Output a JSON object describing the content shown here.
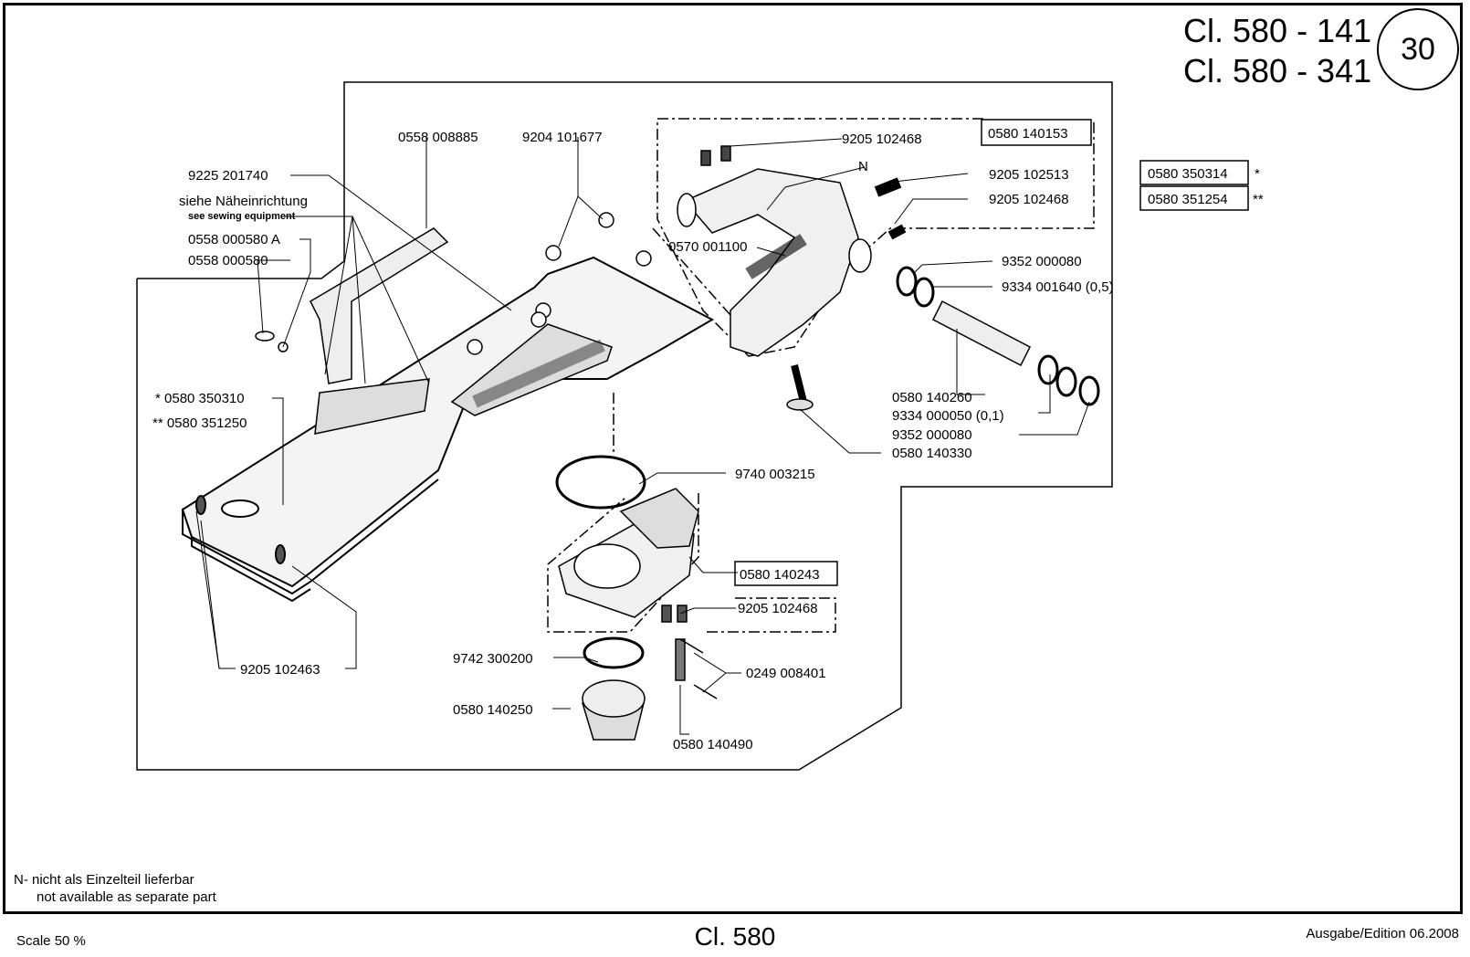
{
  "header": {
    "class_line_1": "Cl. 580 - 141",
    "class_line_2": "Cl. 580 - 341",
    "page_number": "30"
  },
  "labels": {
    "l01": "0558 008885",
    "l02": "9204 101677",
    "l03": "9205 102468",
    "l04": "0580 140153",
    "l05": "N",
    "l06": "9225 201740",
    "l07": "siehe Näheinrichtung",
    "l08": "see sewing equipment",
    "l09": "0558 000580 A",
    "l10": "0558 000580",
    "l11": "9205 102513",
    "l12": "0580 350314",
    "l13": "*",
    "l14": "9205 102468",
    "l15": "0580 351254",
    "l16": "**",
    "l17": "0570 001100",
    "l18": "9352 000080",
    "l19": "9334 001640 (0,5)",
    "l20": "* 0580 350310",
    "l21": "** 0580 351250",
    "l22": "0580 140260",
    "l23": "9334 000050 (0,1)",
    "l24": "9352 000080",
    "l25": "0580 140330",
    "l26": "9740 003215",
    "l27": "0580 140243",
    "l28": "9205 102468",
    "l29": "9742 300200",
    "l30": "0249 008401",
    "l31": "9205 102463",
    "l32": "0580 140250",
    "l33": "0580 140490"
  },
  "notes": {
    "line1": "N- nicht als Einzelteil lieferbar",
    "line2": "not available as separate part"
  },
  "footer": {
    "scale": "Scale 50 %",
    "model": "Cl. 580",
    "edition": "Ausgabe/Edition 06.2008"
  }
}
